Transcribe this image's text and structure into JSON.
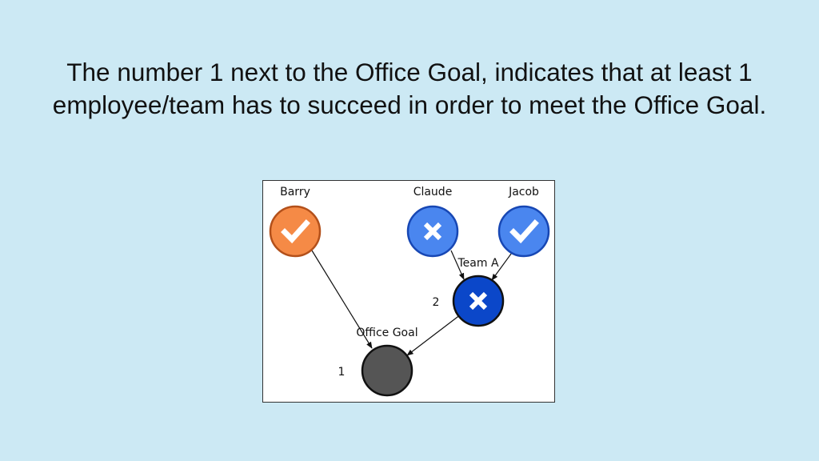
{
  "headline": "The number 1 next to the Office Goal, indicates that at least 1 employee/team has to succeed in order to meet the Office Goal.",
  "diagram": {
    "nodes": {
      "barry": {
        "name": "Barry",
        "status": "success",
        "color": "#f58a46"
      },
      "claude": {
        "name": "Claude",
        "status": "fail",
        "color": "#4a86ef"
      },
      "jacob": {
        "name": "Jacob",
        "status": "success",
        "color": "#4a86ef"
      },
      "team_a": {
        "name": "Team A",
        "threshold": "2",
        "status": "fail",
        "color": "#0b47c9"
      },
      "office_goal": {
        "name": "Office Goal",
        "threshold": "1",
        "color": "#555555"
      }
    },
    "edges": [
      {
        "from": "Barry",
        "to": "Office Goal"
      },
      {
        "from": "Claude",
        "to": "Team A"
      },
      {
        "from": "Jacob",
        "to": "Team A"
      },
      {
        "from": "Team A",
        "to": "Office Goal"
      }
    ]
  }
}
